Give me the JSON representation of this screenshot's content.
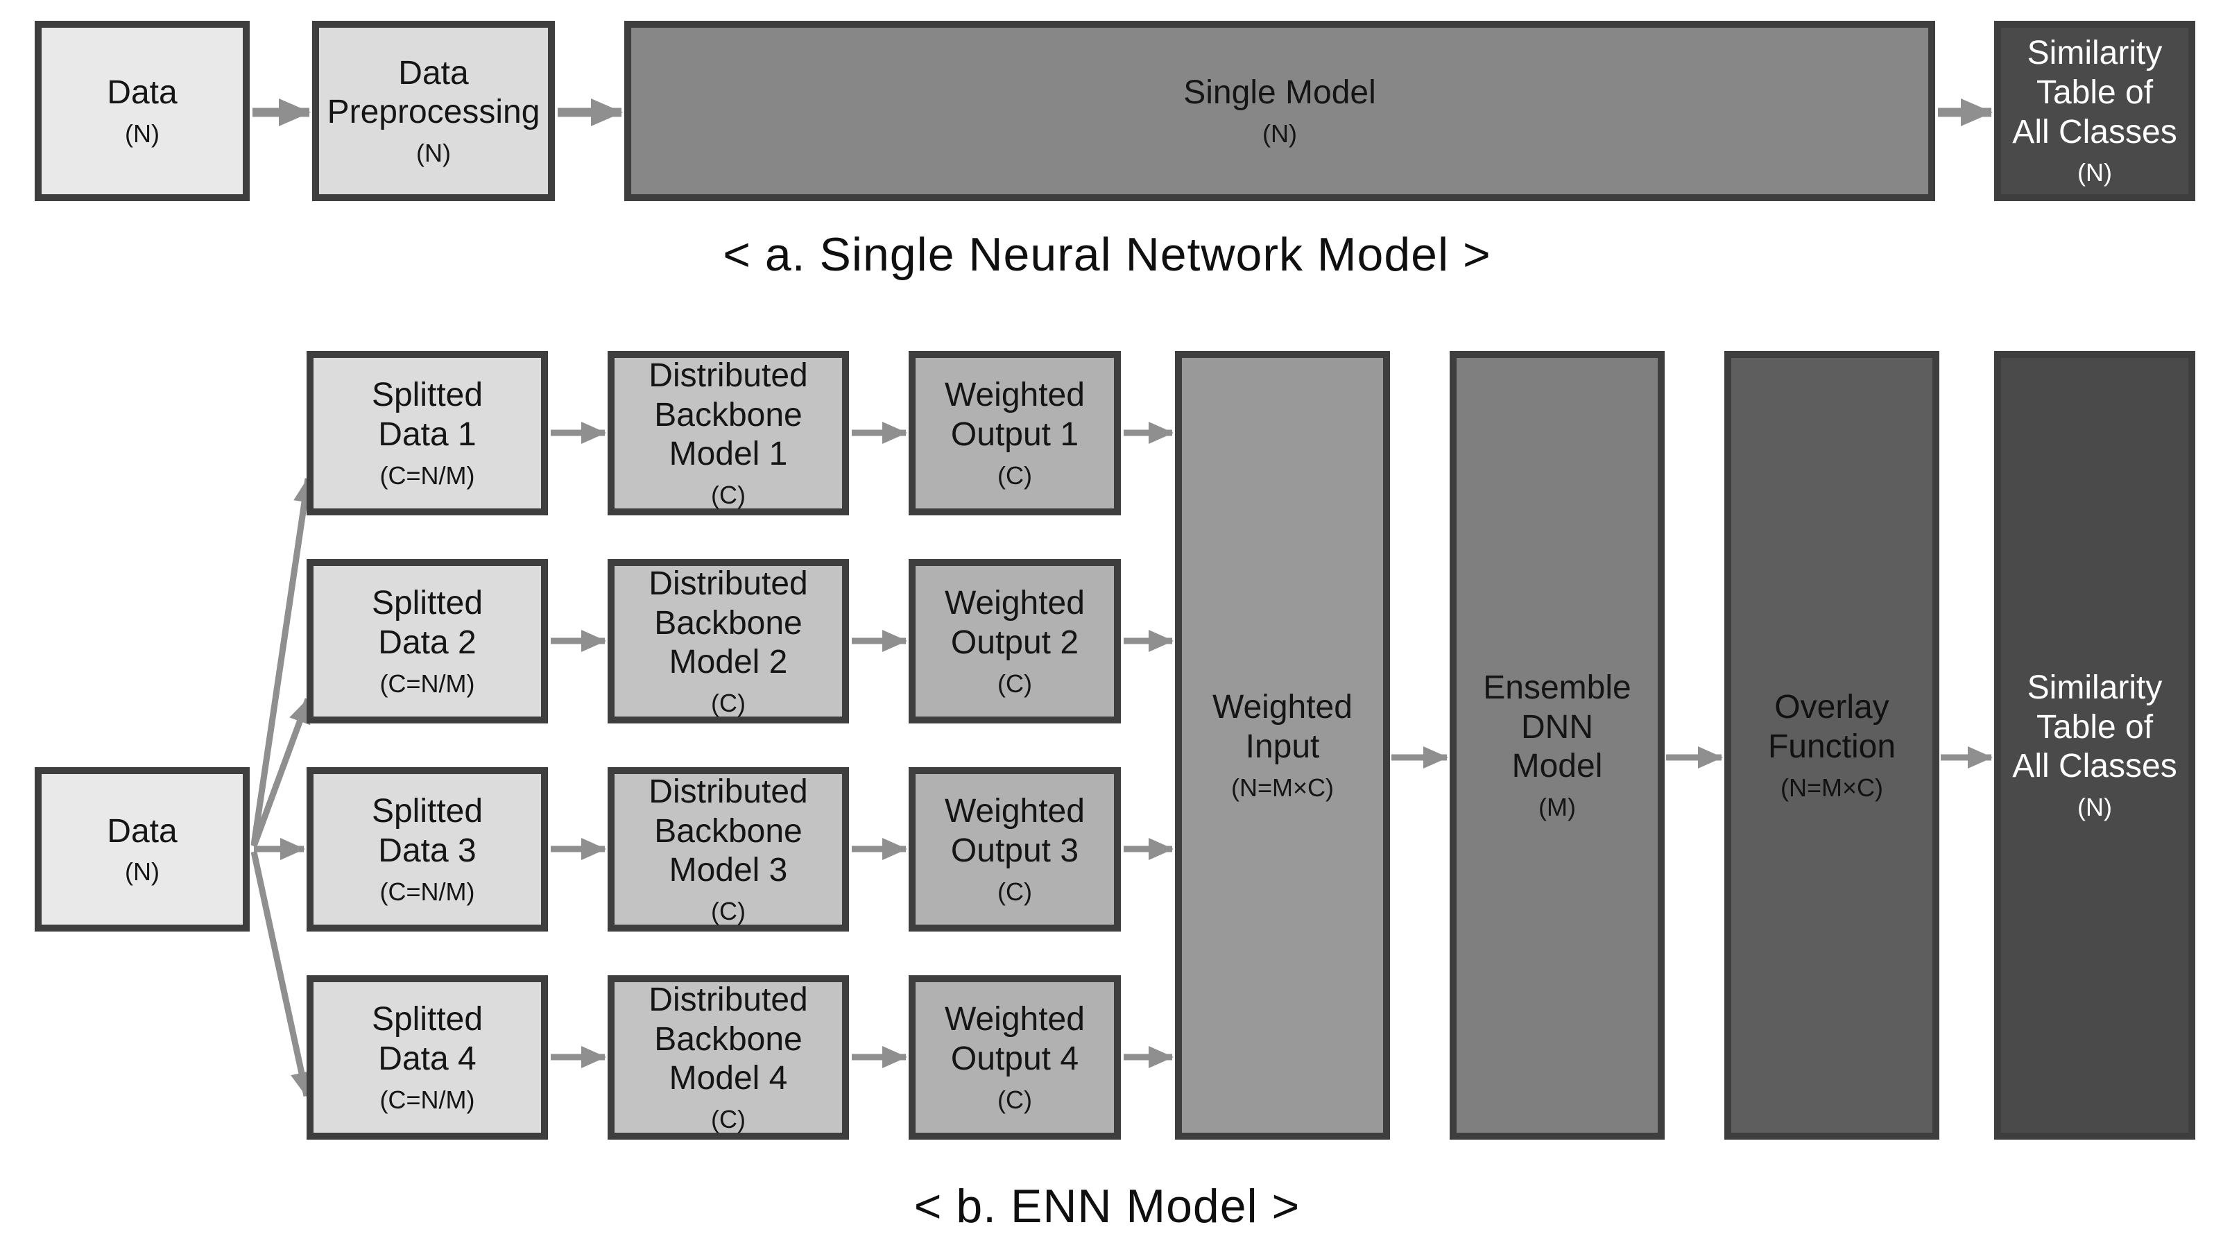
{
  "palette": {
    "background": "#ffffff",
    "box_border": "#3e3e3e",
    "arrow": "#8f8f8f",
    "fill_data": "#e9e9e9",
    "fill_splitted": "#dcdcdc",
    "fill_backbone": "#c3c3c3",
    "fill_weighted_output": "#b1b1b1",
    "fill_weighted_input": "#999999",
    "fill_single_model": "#878787",
    "fill_ensemble": "#7f7f7f",
    "fill_overlay": "#5e5e5e",
    "fill_similarity": "#4a4a4a",
    "text_dark": "#151515",
    "text_light": "#ffffff"
  },
  "section_a": {
    "caption": "< a. Single Neural Network Model >",
    "data": {
      "label": "Data",
      "sublabel": "(N)"
    },
    "preprocessing": {
      "label": "Data\nPreprocessing",
      "sublabel": "(N)"
    },
    "single_model": {
      "label": "Single Model",
      "sublabel": "(N)"
    },
    "similarity": {
      "label": "Similarity\nTable of\nAll Classes",
      "sublabel": "(N)"
    }
  },
  "section_b": {
    "caption": "< b. ENN Model >",
    "data": {
      "label": "Data",
      "sublabel": "(N)"
    },
    "splitted": [
      {
        "label": "Splitted\nData 1",
        "sublabel": "(C=N/M)"
      },
      {
        "label": "Splitted\nData 2",
        "sublabel": "(C=N/M)"
      },
      {
        "label": "Splitted\nData 3",
        "sublabel": "(C=N/M)"
      },
      {
        "label": "Splitted\nData 4",
        "sublabel": "(C=N/M)"
      }
    ],
    "backbone": [
      {
        "label": "Distributed\nBackbone\nModel 1",
        "sublabel": "(C)"
      },
      {
        "label": "Distributed\nBackbone\nModel 2",
        "sublabel": "(C)"
      },
      {
        "label": "Distributed\nBackbone\nModel 3",
        "sublabel": "(C)"
      },
      {
        "label": "Distributed\nBackbone\nModel 4",
        "sublabel": "(C)"
      }
    ],
    "weighted_output": [
      {
        "label": "Weighted\nOutput 1",
        "sublabel": "(C)"
      },
      {
        "label": "Weighted\nOutput 2",
        "sublabel": "(C)"
      },
      {
        "label": "Weighted\nOutput 3",
        "sublabel": "(C)"
      },
      {
        "label": "Weighted\nOutput 4",
        "sublabel": "(C)"
      }
    ],
    "weighted_input": {
      "label": "Weighted\nInput",
      "sublabel": "(N=M×C)"
    },
    "ensemble": {
      "label": "Ensemble\nDNN\nModel",
      "sublabel": "(M)"
    },
    "overlay": {
      "label": "Overlay\nFunction",
      "sublabel": "(N=M×C)"
    },
    "similarity": {
      "label": "Similarity\nTable of\nAll Classes",
      "sublabel": "(N)"
    }
  }
}
